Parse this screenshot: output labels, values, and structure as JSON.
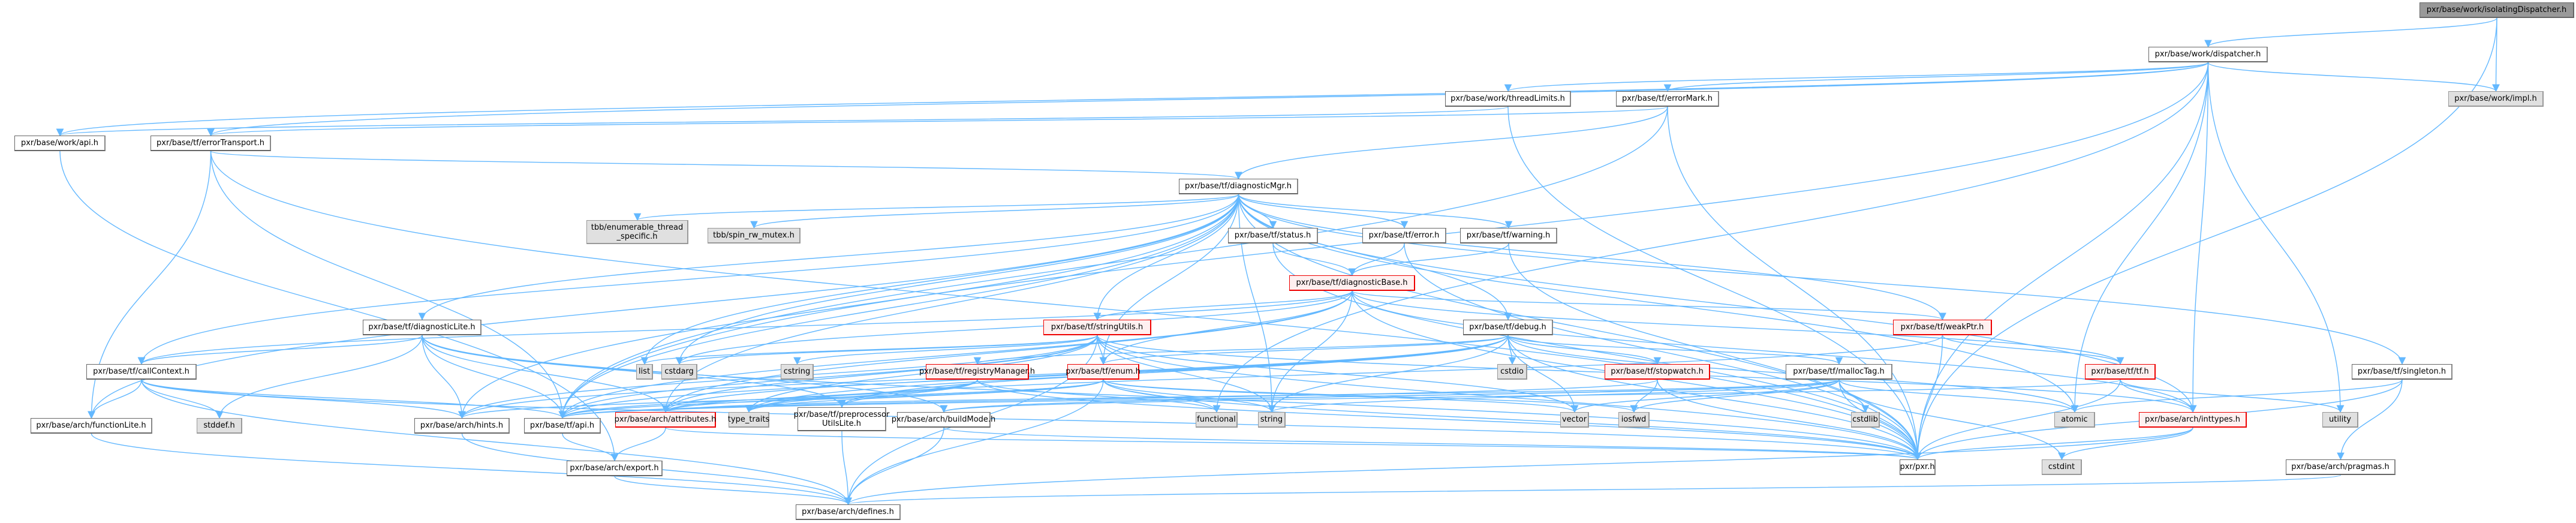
{
  "diagram": {
    "type": "include-dependency-graph",
    "edge_color": "#63b8ff",
    "colors": {
      "root_fill": "#999999",
      "system_fill": "#e0e0e0",
      "truncated_border": "#ee0000",
      "truncated_fill": "#fff0f0",
      "normal_fill": "#ffffff"
    },
    "nodes": [
      {
        "id": "isolatingDispatcher",
        "label": "pxr/base/work/isolatingDispatcher.h",
        "kind": "root"
      },
      {
        "id": "dispatcher",
        "label": "pxr/base/work/dispatcher.h",
        "kind": "normal"
      },
      {
        "id": "impl",
        "label": "pxr/base/work/impl.h",
        "kind": "sys"
      },
      {
        "id": "threadLimits",
        "label": "pxr/base/work/threadLimits.h",
        "kind": "normal"
      },
      {
        "id": "errorMark",
        "label": "pxr/base/tf/errorMark.h",
        "kind": "normal"
      },
      {
        "id": "workApi",
        "label": "pxr/base/work/api.h",
        "kind": "normal"
      },
      {
        "id": "errorTransport",
        "label": "pxr/base/tf/errorTransport.h",
        "kind": "normal"
      },
      {
        "id": "diagnosticMgr",
        "label": "pxr/base/tf/diagnosticMgr.h",
        "kind": "normal"
      },
      {
        "id": "tbbEnum",
        "label": "tbb/enumerable_thread\n_specific.h",
        "kind": "sys"
      },
      {
        "id": "tbbSpin",
        "label": "tbb/spin_rw_mutex.h",
        "kind": "sys"
      },
      {
        "id": "status",
        "label": "pxr/base/tf/status.h",
        "kind": "normal"
      },
      {
        "id": "error",
        "label": "pxr/base/tf/error.h",
        "kind": "normal"
      },
      {
        "id": "warning",
        "label": "pxr/base/tf/warning.h",
        "kind": "normal"
      },
      {
        "id": "diagnosticBase",
        "label": "pxr/base/tf/diagnosticBase.h",
        "kind": "red"
      },
      {
        "id": "diagnosticLite",
        "label": "pxr/base/tf/diagnosticLite.h",
        "kind": "normal"
      },
      {
        "id": "stringUtils",
        "label": "pxr/base/tf/stringUtils.h",
        "kind": "red"
      },
      {
        "id": "debug",
        "label": "pxr/base/tf/debug.h",
        "kind": "normal"
      },
      {
        "id": "weakPtr",
        "label": "pxr/base/tf/weakPtr.h",
        "kind": "red"
      },
      {
        "id": "callContext",
        "label": "pxr/base/tf/callContext.h",
        "kind": "normal"
      },
      {
        "id": "list",
        "label": "list",
        "kind": "sys"
      },
      {
        "id": "cstdarg",
        "label": "cstdarg",
        "kind": "sys"
      },
      {
        "id": "cstring",
        "label": "cstring",
        "kind": "sys"
      },
      {
        "id": "registryManager",
        "label": "pxr/base/tf/registryManager.h",
        "kind": "red"
      },
      {
        "id": "enum",
        "label": "pxr/base/tf/enum.h",
        "kind": "red"
      },
      {
        "id": "cstdio",
        "label": "cstdio",
        "kind": "sys"
      },
      {
        "id": "stopwatch",
        "label": "pxr/base/tf/stopwatch.h",
        "kind": "red"
      },
      {
        "id": "mallocTag",
        "label": "pxr/base/tf/mallocTag.h",
        "kind": "normal"
      },
      {
        "id": "tf",
        "label": "pxr/base/tf/tf.h",
        "kind": "red"
      },
      {
        "id": "singleton",
        "label": "pxr/base/tf/singleton.h",
        "kind": "normal"
      },
      {
        "id": "functionLite",
        "label": "pxr/base/arch/functionLite.h",
        "kind": "normal"
      },
      {
        "id": "stddef",
        "label": "stddef.h",
        "kind": "sys"
      },
      {
        "id": "hints",
        "label": "pxr/base/arch/hints.h",
        "kind": "normal"
      },
      {
        "id": "tfApi",
        "label": "pxr/base/tf/api.h",
        "kind": "normal"
      },
      {
        "id": "attributes",
        "label": "pxr/base/arch/attributes.h",
        "kind": "red"
      },
      {
        "id": "typeTraits",
        "label": "type_traits",
        "kind": "sys"
      },
      {
        "id": "preprocessor",
        "label": "pxr/base/tf/preprocessor\nUtilsLite.h",
        "kind": "normal"
      },
      {
        "id": "buildMode",
        "label": "pxr/base/arch/buildMode.h",
        "kind": "normal"
      },
      {
        "id": "functional",
        "label": "functional",
        "kind": "sys"
      },
      {
        "id": "string",
        "label": "string",
        "kind": "sys"
      },
      {
        "id": "vector",
        "label": "vector",
        "kind": "sys"
      },
      {
        "id": "iosfwd",
        "label": "iosfwd",
        "kind": "sys"
      },
      {
        "id": "cstdlib",
        "label": "cstdlib",
        "kind": "sys"
      },
      {
        "id": "atomic",
        "label": "atomic",
        "kind": "sys"
      },
      {
        "id": "inttypes",
        "label": "pxr/base/arch/inttypes.h",
        "kind": "red"
      },
      {
        "id": "utility",
        "label": "utility",
        "kind": "sys"
      },
      {
        "id": "export",
        "label": "pxr/base/arch/export.h",
        "kind": "normal"
      },
      {
        "id": "pxr",
        "label": "pxr/pxr.h",
        "kind": "normal"
      },
      {
        "id": "cstdint",
        "label": "cstdint",
        "kind": "sys"
      },
      {
        "id": "pragmas",
        "label": "pxr/base/arch/pragmas.h",
        "kind": "normal"
      },
      {
        "id": "defines",
        "label": "pxr/base/arch/defines.h",
        "kind": "normal"
      }
    ],
    "edges": [
      [
        "isolatingDispatcher",
        "dispatcher"
      ],
      [
        "isolatingDispatcher",
        "impl"
      ],
      [
        "isolatingDispatcher",
        "pxr"
      ],
      [
        "dispatcher",
        "impl"
      ],
      [
        "dispatcher",
        "threadLimits"
      ],
      [
        "dispatcher",
        "errorMark"
      ],
      [
        "dispatcher",
        "workApi"
      ],
      [
        "dispatcher",
        "errorTransport"
      ],
      [
        "dispatcher",
        "pxr"
      ],
      [
        "dispatcher",
        "functional"
      ],
      [
        "dispatcher",
        "utility"
      ],
      [
        "dispatcher",
        "atomic"
      ],
      [
        "dispatcher",
        "tfApi"
      ],
      [
        "dispatcher",
        "inttypes"
      ],
      [
        "threadLimits",
        "workApi"
      ],
      [
        "threadLimits",
        "pxr"
      ],
      [
        "errorMark",
        "diagnosticMgr"
      ],
      [
        "errorMark",
        "errorTransport"
      ],
      [
        "errorMark",
        "pxr"
      ],
      [
        "errorMark",
        "tfApi"
      ],
      [
        "workApi",
        "export"
      ],
      [
        "errorTransport",
        "diagnosticMgr"
      ],
      [
        "errorTransport",
        "tfApi"
      ],
      [
        "errorTransport",
        "pxr"
      ],
      [
        "errorTransport",
        "functionLite"
      ],
      [
        "diagnosticMgr",
        "tbbEnum"
      ],
      [
        "diagnosticMgr",
        "tbbSpin"
      ],
      [
        "diagnosticMgr",
        "status"
      ],
      [
        "diagnosticMgr",
        "error"
      ],
      [
        "diagnosticMgr",
        "warning"
      ],
      [
        "diagnosticMgr",
        "diagnosticLite"
      ],
      [
        "diagnosticMgr",
        "stringUtils"
      ],
      [
        "diagnosticMgr",
        "debug"
      ],
      [
        "diagnosticMgr",
        "weakPtr"
      ],
      [
        "diagnosticMgr",
        "callContext"
      ],
      [
        "diagnosticMgr",
        "list"
      ],
      [
        "diagnosticMgr",
        "cstdarg"
      ],
      [
        "diagnosticMgr",
        "enum"
      ],
      [
        "diagnosticMgr",
        "singleton"
      ],
      [
        "diagnosticMgr",
        "tfApi"
      ],
      [
        "diagnosticMgr",
        "string"
      ],
      [
        "diagnosticMgr",
        "pxr"
      ],
      [
        "diagnosticMgr",
        "inttypes"
      ],
      [
        "diagnosticMgr",
        "functionLite"
      ],
      [
        "diagnosticMgr",
        "hints"
      ],
      [
        "diagnosticMgr",
        "attributes"
      ],
      [
        "diagnosticMgr",
        "atomic"
      ],
      [
        "status",
        "diagnosticBase"
      ],
      [
        "status",
        "pxr"
      ],
      [
        "error",
        "diagnosticBase"
      ],
      [
        "error",
        "pxr"
      ],
      [
        "warning",
        "diagnosticBase"
      ],
      [
        "warning",
        "pxr"
      ],
      [
        "diagnosticBase",
        "stringUtils"
      ],
      [
        "diagnosticBase",
        "weakPtr"
      ],
      [
        "diagnosticBase",
        "callContext"
      ],
      [
        "diagnosticBase",
        "enum"
      ],
      [
        "diagnosticBase",
        "tfApi"
      ],
      [
        "diagnosticBase",
        "string"
      ],
      [
        "diagnosticBase",
        "pxr"
      ],
      [
        "diagnosticBase",
        "cstdarg"
      ],
      [
        "diagnosticBase",
        "attributes"
      ],
      [
        "diagnosticBase",
        "tf"
      ],
      [
        "diagnosticBase",
        "inttypes"
      ],
      [
        "diagnosticLite",
        "callContext"
      ],
      [
        "diagnosticLite",
        "stddef"
      ],
      [
        "diagnosticLite",
        "hints"
      ],
      [
        "diagnosticLite",
        "tfApi"
      ],
      [
        "diagnosticLite",
        "attributes"
      ],
      [
        "diagnosticLite",
        "preprocessor"
      ],
      [
        "diagnosticLite",
        "buildMode"
      ],
      [
        "diagnosticLite",
        "pxr"
      ],
      [
        "stringUtils",
        "list"
      ],
      [
        "stringUtils",
        "cstdarg"
      ],
      [
        "stringUtils",
        "cstring"
      ],
      [
        "stringUtils",
        "enum"
      ],
      [
        "stringUtils",
        "tfApi"
      ],
      [
        "stringUtils",
        "attributes"
      ],
      [
        "stringUtils",
        "typeTraits"
      ],
      [
        "stringUtils",
        "string"
      ],
      [
        "stringUtils",
        "vector"
      ],
      [
        "stringUtils",
        "pxr"
      ],
      [
        "stringUtils",
        "inttypes"
      ],
      [
        "stringUtils",
        "hints"
      ],
      [
        "stringUtils",
        "defines"
      ],
      [
        "debug",
        "registryManager"
      ],
      [
        "debug",
        "enum"
      ],
      [
        "debug",
        "cstdio"
      ],
      [
        "debug",
        "stopwatch"
      ],
      [
        "debug",
        "mallocTag"
      ],
      [
        "debug",
        "tfApi"
      ],
      [
        "debug",
        "attributes"
      ],
      [
        "debug",
        "string"
      ],
      [
        "debug",
        "vector"
      ],
      [
        "debug",
        "pxr"
      ],
      [
        "debug",
        "atomic"
      ],
      [
        "debug",
        "preprocessor"
      ],
      [
        "debug",
        "hints"
      ],
      [
        "debug",
        "typeTraits"
      ],
      [
        "weakPtr",
        "tf"
      ],
      [
        "weakPtr",
        "pxr"
      ],
      [
        "weakPtr",
        "typeTraits"
      ],
      [
        "callContext",
        "functionLite"
      ],
      [
        "callContext",
        "stddef"
      ],
      [
        "callContext",
        "tfApi"
      ],
      [
        "callContext",
        "hints"
      ],
      [
        "callContext",
        "defines"
      ],
      [
        "callContext",
        "pxr"
      ],
      [
        "registryManager",
        "tfApi"
      ],
      [
        "registryManager",
        "preprocessor"
      ],
      [
        "registryManager",
        "attributes"
      ],
      [
        "registryManager",
        "functional"
      ],
      [
        "registryManager",
        "typeTraits"
      ],
      [
        "registryManager",
        "pxr"
      ],
      [
        "enum",
        "tfApi"
      ],
      [
        "enum",
        "attributes"
      ],
      [
        "enum",
        "typeTraits"
      ],
      [
        "enum",
        "functional"
      ],
      [
        "enum",
        "string"
      ],
      [
        "enum",
        "vector"
      ],
      [
        "enum",
        "iosfwd"
      ],
      [
        "enum",
        "pxr"
      ],
      [
        "enum",
        "hints"
      ],
      [
        "enum",
        "defines"
      ],
      [
        "stopwatch",
        "iosfwd"
      ],
      [
        "stopwatch",
        "pxr"
      ],
      [
        "stopwatch",
        "tfApi"
      ],
      [
        "mallocTag",
        "tfApi"
      ],
      [
        "mallocTag",
        "buildMode"
      ],
      [
        "mallocTag",
        "cstdlib"
      ],
      [
        "mallocTag",
        "string"
      ],
      [
        "mallocTag",
        "vector"
      ],
      [
        "mallocTag",
        "iosfwd"
      ],
      [
        "mallocTag",
        "atomic"
      ],
      [
        "mallocTag",
        "cstdint"
      ],
      [
        "mallocTag",
        "pxr"
      ],
      [
        "mallocTag",
        "attributes"
      ],
      [
        "tf",
        "inttypes"
      ],
      [
        "tf",
        "utility"
      ],
      [
        "tf",
        "pxr"
      ],
      [
        "tf",
        "buildMode"
      ],
      [
        "singleton",
        "atomic"
      ],
      [
        "singleton",
        "pragmas"
      ],
      [
        "singleton",
        "pxr"
      ],
      [
        "functionLite",
        "defines"
      ],
      [
        "hints",
        "defines"
      ],
      [
        "tfApi",
        "export"
      ],
      [
        "attributes",
        "export"
      ],
      [
        "attributes",
        "pxr"
      ],
      [
        "preprocessor",
        "defines"
      ],
      [
        "buildMode",
        "defines"
      ],
      [
        "buildMode",
        "pxr"
      ],
      [
        "inttypes",
        "cstdint"
      ],
      [
        "inttypes",
        "pxr"
      ],
      [
        "inttypes",
        "defines"
      ],
      [
        "export",
        "defines"
      ],
      [
        "pragmas",
        "defines"
      ]
    ]
  }
}
